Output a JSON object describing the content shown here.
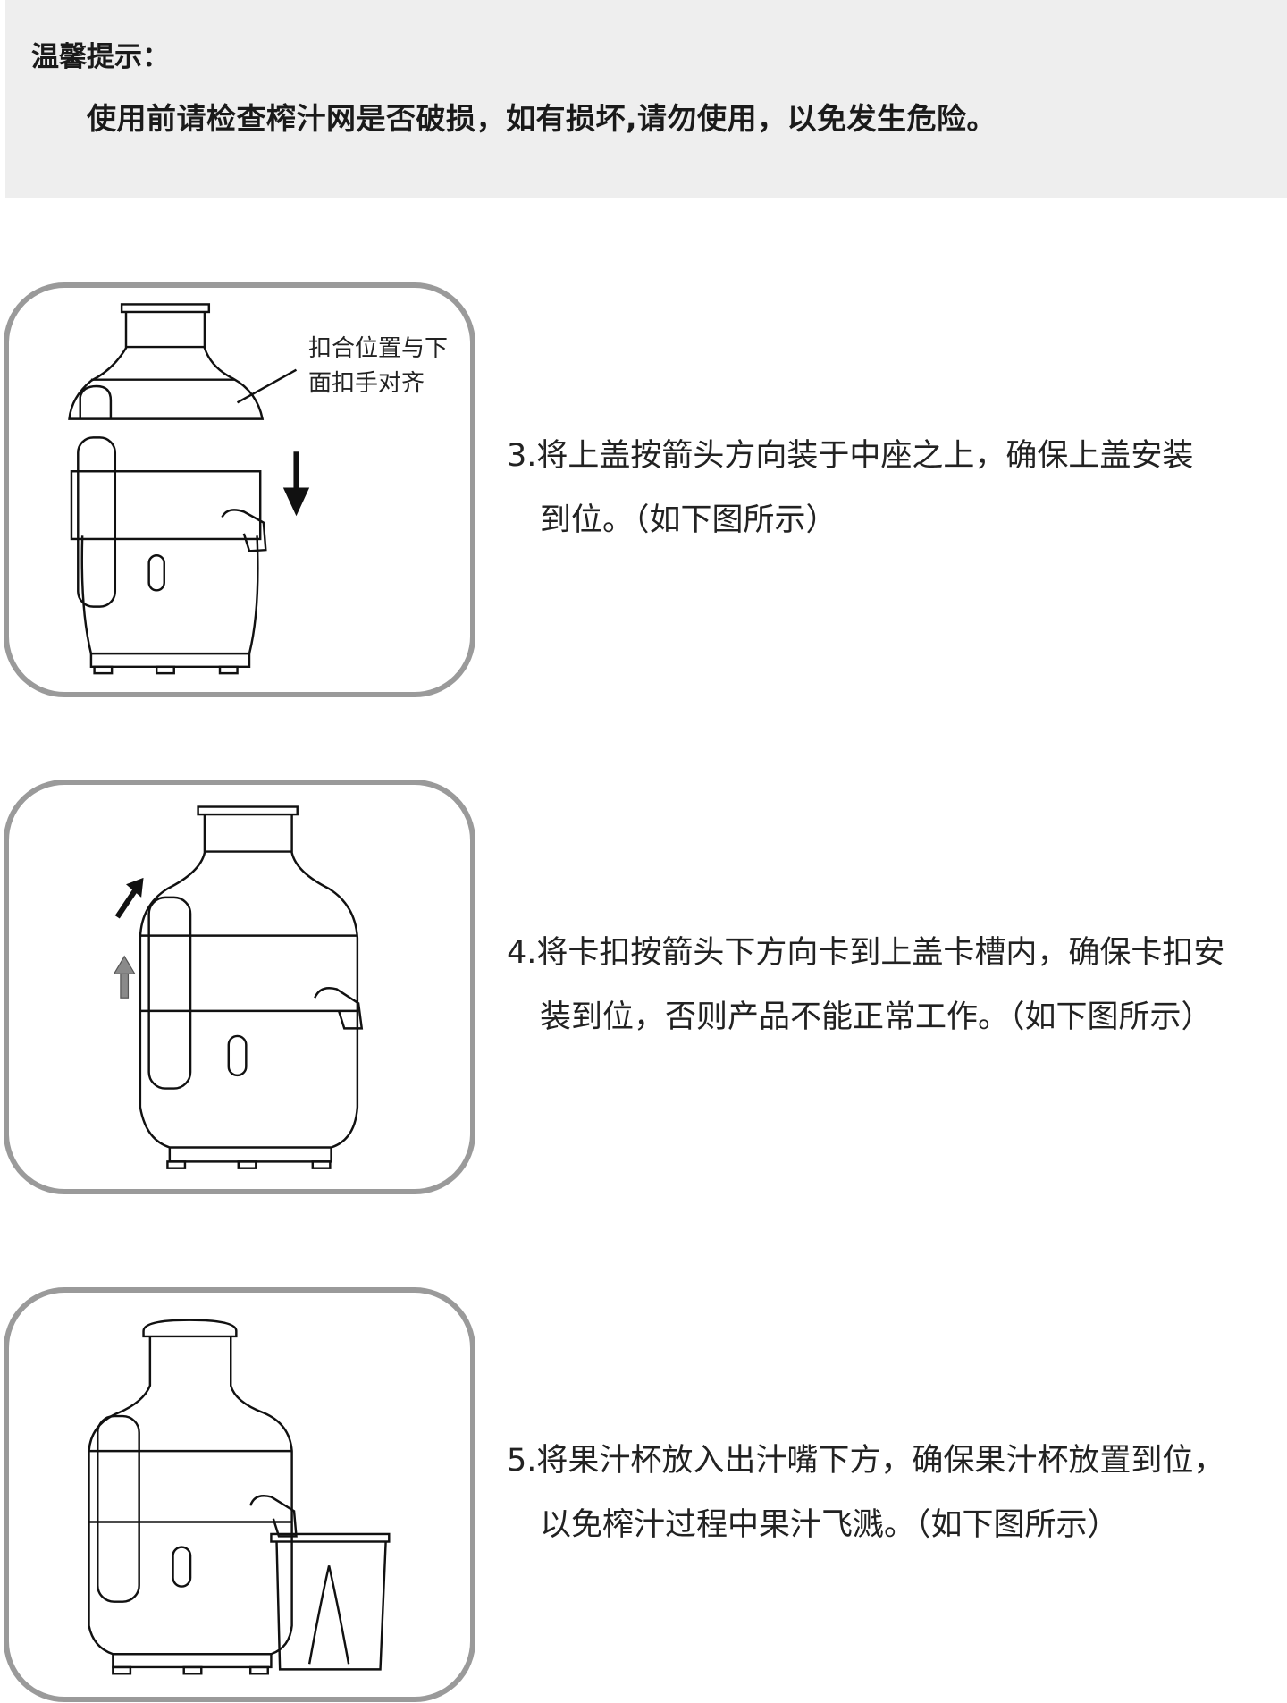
{
  "tip": {
    "title": "温馨提示：",
    "text": "使用前请检查榨汁网是否破损，如有损坏,请勿使用，以免发生危险。"
  },
  "steps": [
    {
      "line1": "3.将上盖按箭头方向装于中座之上，确保上盖安装",
      "line2": "到位。（如下图所示）",
      "callout_line1": "扣合位置与下",
      "callout_line2": "面扣手对齐"
    },
    {
      "line1": "4.将卡扣按箭头下方向卡到上盖卡槽内，确保卡扣安",
      "line2": "装到位，否则产品不能正常工作。（如下图所示）"
    },
    {
      "line1": "5.将果汁杯放入出汁嘴下方，确保果汁杯放置到位，",
      "line2": "以免榨汁过程中果汁飞溅。（如下图所示）"
    }
  ],
  "colors": {
    "tip_bg": "#eeeeee",
    "panel_border": "#9a9a9a",
    "arrow_gray": "#8a8a8a"
  }
}
